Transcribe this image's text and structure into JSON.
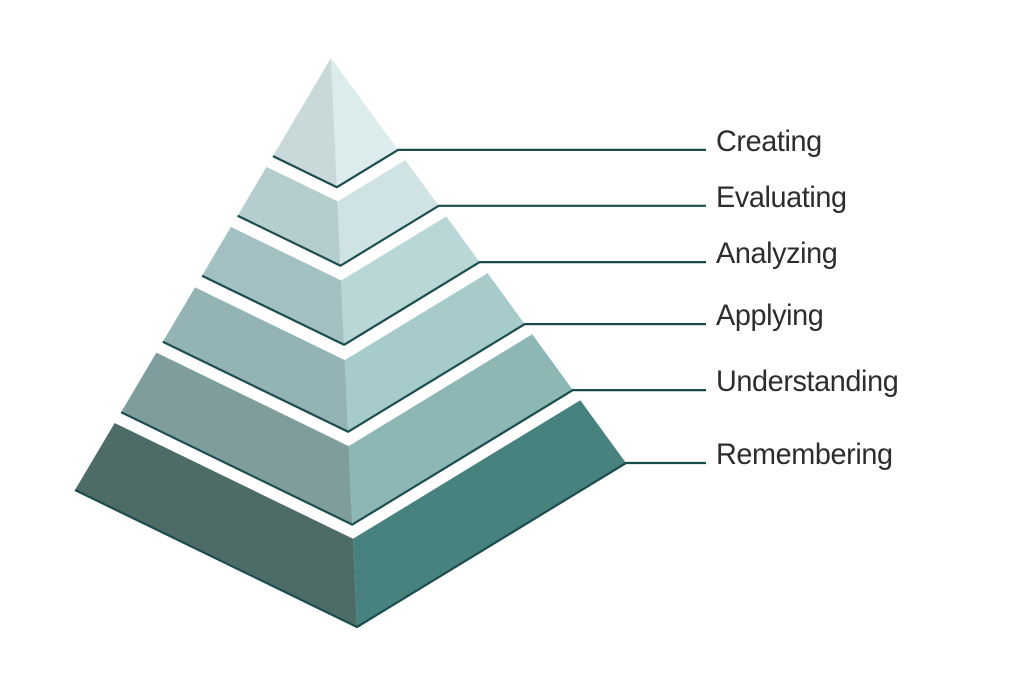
{
  "diagram": {
    "kind": "pyramid",
    "background_color": "#ffffff",
    "line_color": "#1b4d4f",
    "label_color": "#2d2d2d",
    "levels": [
      {
        "label": "Creating",
        "left_color": "#c9d8d9",
        "right_color": "#dcebec"
      },
      {
        "label": "Evaluating",
        "left_color": "#b5cdcf",
        "right_color": "#cfe3e4"
      },
      {
        "label": "Analyzing",
        "left_color": "#a3c1c2",
        "right_color": "#b9d7d7"
      },
      {
        "label": "Applying",
        "left_color": "#93b3b4",
        "right_color": "#a6cbca"
      },
      {
        "label": "Understanding",
        "left_color": "#7e9d9c",
        "right_color": "#8cb7b5"
      },
      {
        "label": "Remembering",
        "left_color": "#4d6c68",
        "right_color": "#47827e"
      }
    ]
  }
}
